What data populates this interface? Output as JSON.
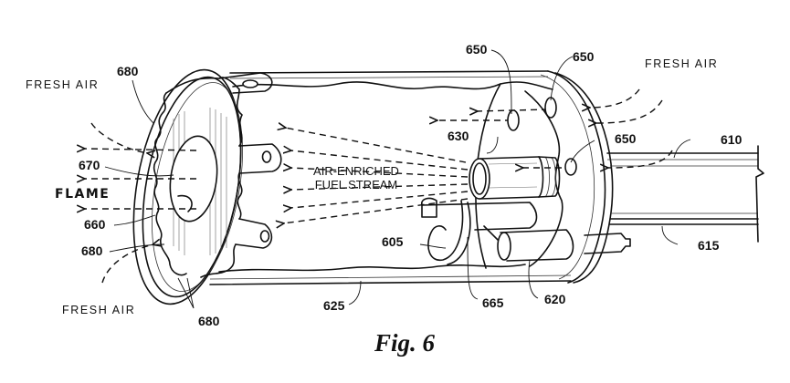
{
  "figure": {
    "caption": "Fig. 6",
    "annotations": {
      "fresh_air_top_left": "FRESH AIR",
      "fresh_air_top_right": "FRESH AIR",
      "fresh_air_bottom_left": "FRESH AIR",
      "flame": "FLAME",
      "stream_line1": "AIR-ENRICHED",
      "stream_line2": "FUEL STREAM"
    },
    "reference_numerals": {
      "r680_top": "680",
      "r670": "670",
      "r660": "660",
      "r680_left": "680",
      "r680_bottom": "680",
      "r650_a": "650",
      "r650_b": "650",
      "r650_c": "650",
      "r630": "630",
      "r610": "610",
      "r615": "615",
      "r605": "605",
      "r665": "665",
      "r620": "620",
      "r625": "625"
    }
  }
}
